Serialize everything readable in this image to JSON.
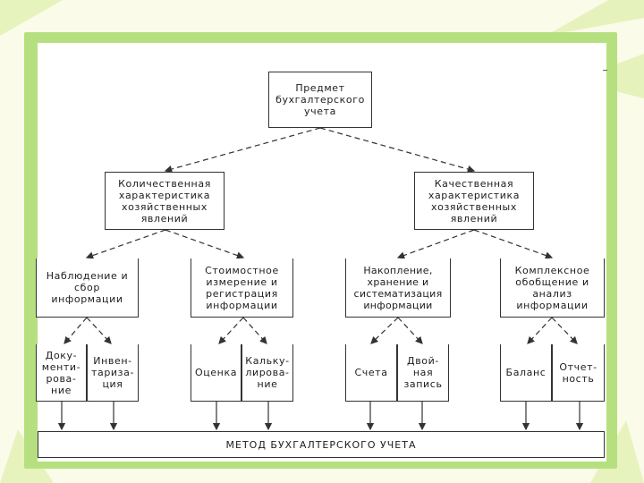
{
  "colors": {
    "background": "#fbfbe9",
    "frame": "#b6e07f",
    "rays": "#e4f2b8",
    "lines": "#333333"
  },
  "diagram": {
    "root": "Предмет\nбухгалтерского\nучета",
    "branches": [
      {
        "label": "Количественная\nхарактеристика\nхозяйственных\nявлений",
        "processes": [
          {
            "label": "Наблюдение и\nсбор\nинформации",
            "methods": [
              "Доку-\nменти-\nрова-\nние",
              "Инвен-\nтариза-\nция"
            ]
          },
          {
            "label": "Стоимостное\nизмерение и\nрегистрация\nинформации",
            "methods": [
              "Оценка",
              "Кальку-\nлирова-\nние"
            ]
          }
        ]
      },
      {
        "label": "Качественная\nхарактеристика\nхозяйственных\nявлений",
        "processes": [
          {
            "label": "Накопление,\nхранение и\nсистематизация\nинформации",
            "methods": [
              "Счета",
              "Двой-\nная\nзапись"
            ]
          },
          {
            "label": "Комплексное\nобобщение и\nанализ\nинформации",
            "methods": [
              "Баланс",
              "Отчет-\nность"
            ]
          }
        ]
      }
    ],
    "result": "МЕТОД БУХГАЛТЕРСКОГО УЧЕТА"
  }
}
